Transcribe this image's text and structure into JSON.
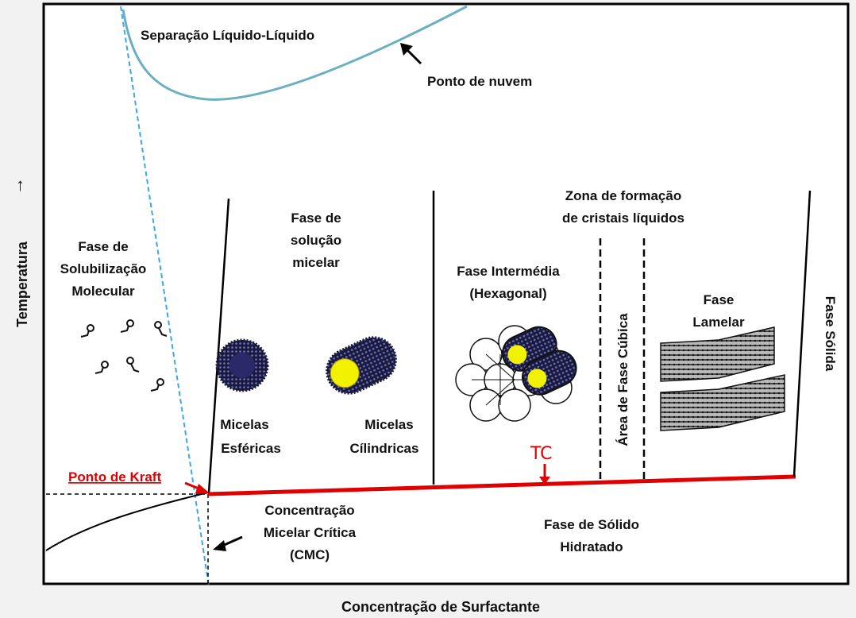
{
  "diagram": {
    "x_axis_label": "Concentração de Surfactante",
    "y_axis_label": "Temperatura",
    "y_axis_arrow": "↑",
    "regions": {
      "liquid_liquid": "Separação Líquido-Líquido",
      "cloud_point": "Ponto de nuvem",
      "molecular": [
        "Fase de",
        "Solubilização",
        "Molecular"
      ],
      "micellar": [
        "Fase de",
        "solução",
        "micelar"
      ],
      "spherical": [
        "Micelas",
        "Esféricas"
      ],
      "cylindrical": [
        "Micelas",
        "Cílindricas"
      ],
      "lc_zone": [
        "Zona de formação",
        "de cristais líquidos"
      ],
      "hexagonal": [
        "Fase Intermédia",
        "(Hexagonal)"
      ],
      "cubic": "Área de Fase Cúbica",
      "lamellar": [
        "Fase",
        "Lamelar"
      ],
      "solid": "Fase Sólida",
      "kraft": "Ponto de Kraft",
      "tc": "TC",
      "cmc": [
        "Concentração",
        "Micelar Crítica",
        "(CMC)"
      ],
      "hydrated": [
        "Fase de Sólido",
        "Hidratado"
      ]
    },
    "colors": {
      "frame": "#000000",
      "cloud_curve": "#6ab0c0",
      "cmc_line": "#3aa7e6",
      "kraft_line": "#e10000",
      "micelle_core": "#f2f200",
      "micelle_shell": "#20204a"
    }
  }
}
